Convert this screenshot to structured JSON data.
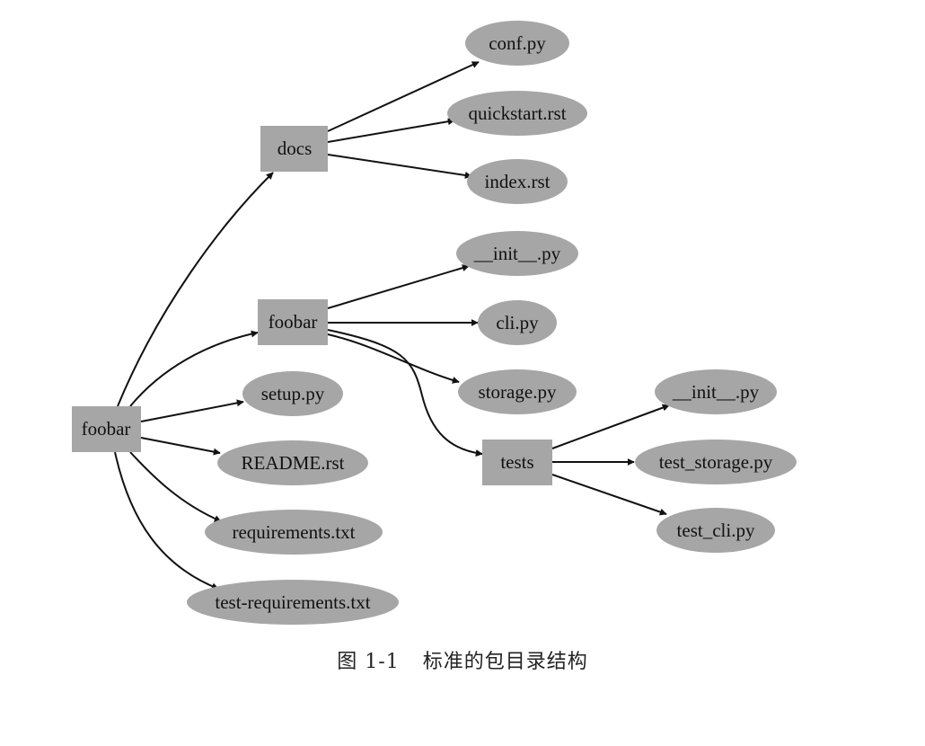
{
  "colors": {
    "node_fill": "#a6a6a6",
    "edge": "#111111",
    "text": "#111111"
  },
  "nodes": {
    "root": {
      "label": "foobar",
      "shape": "box"
    },
    "docs": {
      "label": "docs",
      "shape": "box"
    },
    "pkg": {
      "label": "foobar",
      "shape": "box"
    },
    "tests": {
      "label": "tests",
      "shape": "box"
    },
    "setup": {
      "label": "setup.py",
      "shape": "ellipse"
    },
    "readme": {
      "label": "README.rst",
      "shape": "ellipse"
    },
    "requirements": {
      "label": "requirements.txt",
      "shape": "ellipse"
    },
    "test_requirements": {
      "label": "test-requirements.txt",
      "shape": "ellipse"
    },
    "conf": {
      "label": "conf.py",
      "shape": "ellipse"
    },
    "quickstart": {
      "label": "quickstart.rst",
      "shape": "ellipse"
    },
    "index": {
      "label": "index.rst",
      "shape": "ellipse"
    },
    "pkg_init": {
      "label": "__init__.py",
      "shape": "ellipse"
    },
    "cli": {
      "label": "cli.py",
      "shape": "ellipse"
    },
    "storage": {
      "label": "storage.py",
      "shape": "ellipse"
    },
    "tests_init": {
      "label": "__init__.py",
      "shape": "ellipse"
    },
    "test_storage": {
      "label": "test_storage.py",
      "shape": "ellipse"
    },
    "test_cli": {
      "label": "test_cli.py",
      "shape": "ellipse"
    }
  },
  "edges": [
    [
      "root",
      "docs"
    ],
    [
      "root",
      "pkg"
    ],
    [
      "root",
      "setup"
    ],
    [
      "root",
      "readme"
    ],
    [
      "root",
      "requirements"
    ],
    [
      "root",
      "test_requirements"
    ],
    [
      "docs",
      "conf"
    ],
    [
      "docs",
      "quickstart"
    ],
    [
      "docs",
      "index"
    ],
    [
      "pkg",
      "pkg_init"
    ],
    [
      "pkg",
      "cli"
    ],
    [
      "pkg",
      "storage"
    ],
    [
      "pkg",
      "tests"
    ],
    [
      "tests",
      "tests_init"
    ],
    [
      "tests",
      "test_storage"
    ],
    [
      "tests",
      "test_cli"
    ]
  ],
  "caption": {
    "number": "图 1-1",
    "text": "标准的包目录结构"
  }
}
